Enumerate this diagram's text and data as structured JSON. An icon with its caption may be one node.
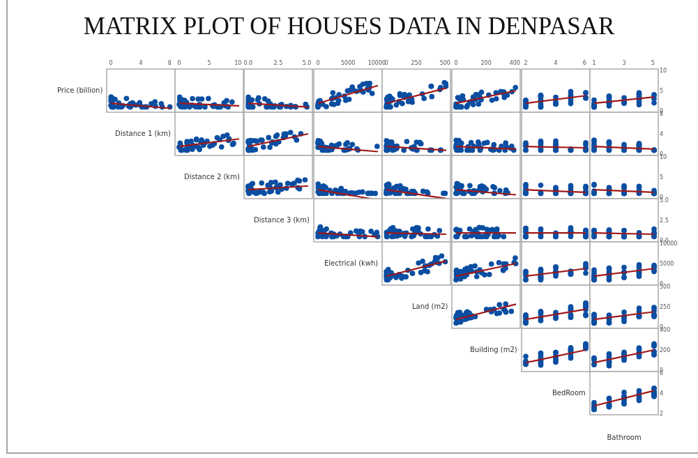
{
  "diagram": {
    "title": "MATRIX PLOT OF HOUSES DATA IN DENPASAR",
    "labels": [
      "0",
      "4",
      "8",
      "0",
      "5",
      "10",
      "0.0",
      "2.5",
      "5.0",
      "0",
      "5000",
      "10000",
      "0",
      "250",
      "500",
      "0",
      "200",
      "400",
      "2",
      "4",
      "6",
      "1",
      "3",
      "5",
      "Price (billion)",
      "10",
      "5",
      "0",
      "Distance 1 (km)",
      "8",
      "4",
      "0",
      "Distance 2 (km)",
      "10",
      "5",
      "0",
      "Distance 3 (km)",
      "5.0",
      "2.5",
      "0.0",
      "Electrical (kwh)",
      "10000",
      "5000",
      "0",
      "Land (m2)",
      "500",
      "250",
      "0",
      "Building (m2)",
      "400",
      "200",
      "0",
      "BedRoom",
      "6",
      "4",
      "2",
      "Bathroom"
    ]
  }
}
